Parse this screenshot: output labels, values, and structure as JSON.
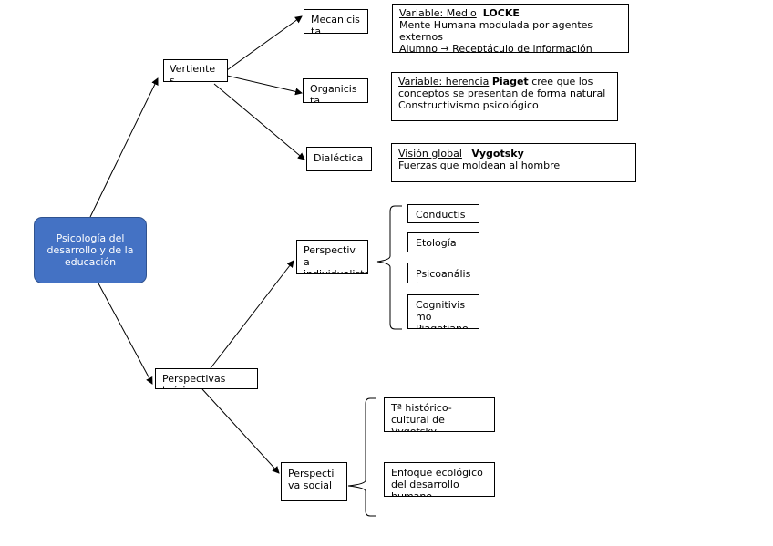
{
  "root": {
    "label": "Psicología del desarrollo y de la educación"
  },
  "vertiente": {
    "label": "Vertiente s"
  },
  "perspectivas": {
    "label": "Perspectivas teóricas"
  },
  "mecanicista": {
    "label": "Mecanicis ta"
  },
  "organicista": {
    "label": "Organicis ta"
  },
  "dialectica": {
    "label": "Dialéctica"
  },
  "locke": {
    "underline": "Variable: Medio",
    "bold": "LOCKE",
    "line2": "Mente Humana modulada por agentes externos",
    "line3": "Alumno → Receptáculo de información"
  },
  "piaget": {
    "underline": "Variable: herencia",
    "bold": "Piaget",
    "rest": "cree que los conceptos se presentan de forma natural",
    "line2": "Constructivismo psicológico"
  },
  "vygotsky": {
    "underline": "Visión global",
    "bold": "Vygotsky",
    "line2": "Fuerzas que moldean al hombre"
  },
  "perspectiva_individual": {
    "label": "Perspectiv a individualista"
  },
  "perspectiva_social": {
    "label": "Perspecti va social"
  },
  "conductismo": {
    "label": "Conductis mo"
  },
  "etologia": {
    "label": "Etología"
  },
  "psicoanalisis": {
    "label": "Psicoanális is"
  },
  "cognitivismo": {
    "label": "Cognitivis mo Piagetiano"
  },
  "historico": {
    "label": "Tª histórico-cultural de Vygotsky"
  },
  "ecologico": {
    "label": "Enfoque ecológico del desarrollo humano"
  },
  "colors": {
    "root_fill": "#4472c4",
    "root_border": "#2f528f",
    "lines": "#000000"
  }
}
